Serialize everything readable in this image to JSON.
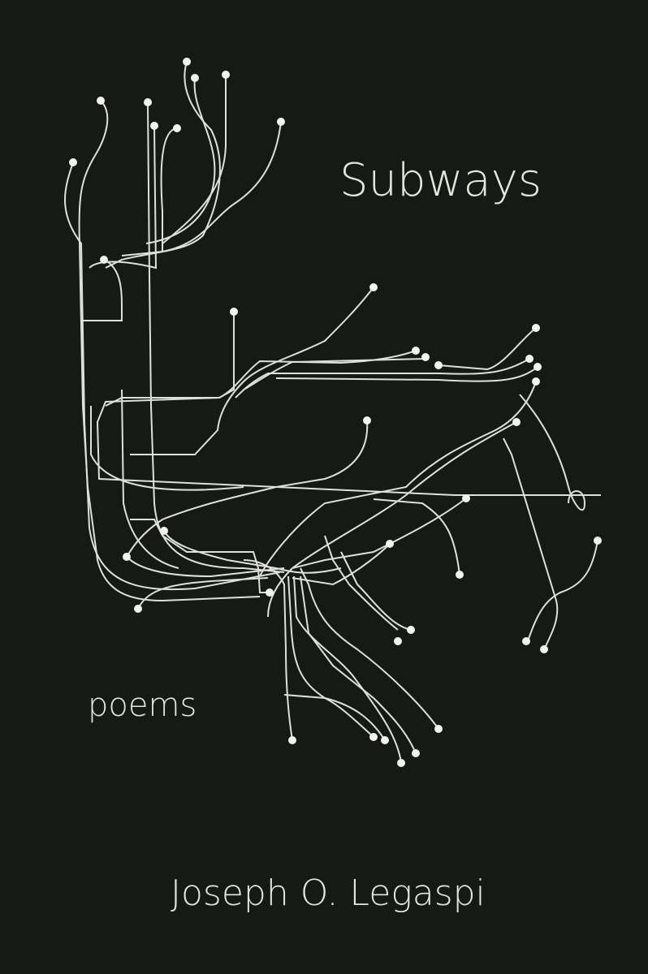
{
  "cover": {
    "title": "Subways",
    "subtitle": "poems",
    "author": "Joseph O. Legaspi",
    "background_color": "#151a15",
    "text_color": "#e4e6de"
  }
}
